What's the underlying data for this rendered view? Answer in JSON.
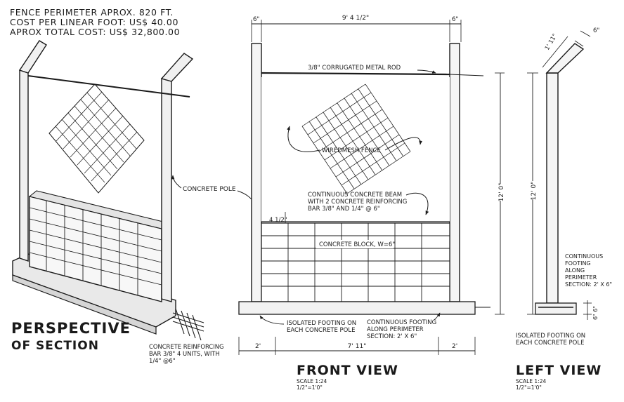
{
  "header": {
    "line1": "FENCE PERIMETER APROX. 820 FT.",
    "line2": "COST PER LINEAR FOOT: US$ 40.00",
    "line3": "APROX TOTAL COST: US$ 32,800.00"
  },
  "perspective": {
    "title_line1": "PERSPECTIVE",
    "title_line2": "OF SECTION",
    "label_concrete_pole": "CONCRETE POLE",
    "rebar_note_line1": "CONCRETE REINFORCING",
    "rebar_note_line2": "BAR 3/8\" 4 UNITS, WITH",
    "rebar_note_line3": "1/4\" @6\""
  },
  "front_view": {
    "title": "FRONT VIEW",
    "scale_line1": "SCALE 1:24",
    "scale_line2": "1/2\"=1'0\"",
    "dim_top_left": "6\"",
    "dim_top_center": "9' 4 1/2\"",
    "dim_top_right": "6\"",
    "dim_height": "12' 0\"",
    "dim_beam_offset": "4 1/2\"",
    "dim_bottom_left": "2'",
    "dim_bottom_center": "7' 11\"",
    "dim_bottom_right": "2'",
    "label_rod": "3/8\" CORRUGATED METAL ROD",
    "label_mesh": "WIREDMESH FENCE",
    "label_beam_line1": "CONTINUOUS CONCRETE BEAM",
    "label_beam_line2": "WITH 2 CONCRETE REINFORCING",
    "label_beam_line3": "BAR 3/8\" AND 1/4\" @ 6\"",
    "label_block": "CONCRETE BLOCK, W=6\"",
    "label_isolated_line1": "ISOLATED FOOTING ON",
    "label_isolated_line2": "EACH CONCRETE POLE",
    "label_cont_footing_line1": "CONTINUOUS FOOTING",
    "label_cont_footing_line2": "ALONG PERIMETER",
    "label_cont_footing_line3": "SECTION: 2' X 6\""
  },
  "left_view": {
    "title": "LEFT VIEW",
    "scale_line1": "SCALE 1:24",
    "scale_line2": "1/2\"=1'0\"",
    "dim_top": "6\"",
    "dim_slant": "1' 11\"",
    "dim_height": "12' 0\"",
    "dim_footing": "6\" 6\"",
    "label_footing_line1": "CONTINUOUS",
    "label_footing_line2": "FOOTING",
    "label_footing_line3": "ALONG",
    "label_footing_line4": "PERIMETER",
    "label_footing_line5": "SECTION: 2' X 6\"",
    "label_isolated_line1": "ISOLATED FOOTING ON",
    "label_isolated_line2": "EACH CONCRETE POLE"
  }
}
